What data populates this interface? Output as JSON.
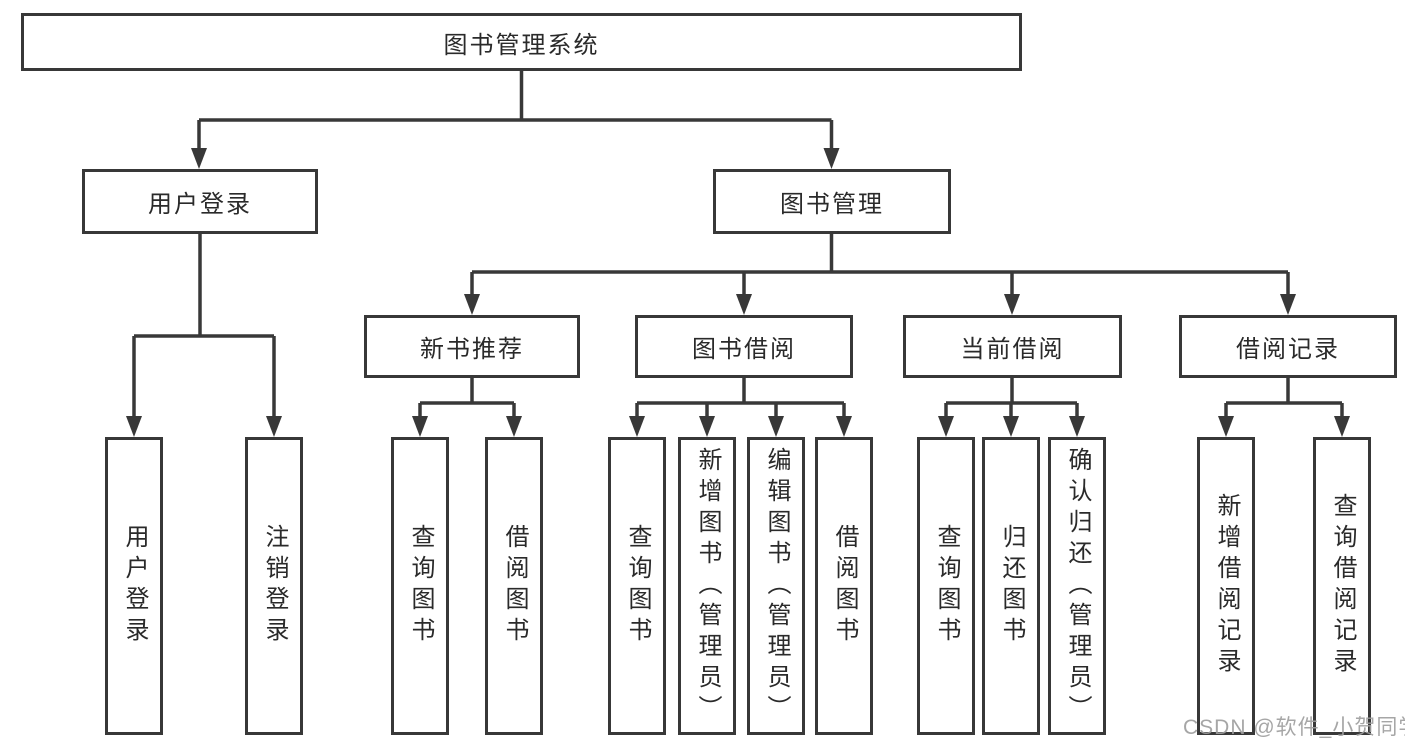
{
  "watermark": "CSDN @软件_小贺同学",
  "colors": {
    "line": "#383838",
    "box_border": "#383838",
    "text": "#2a2a2a",
    "watermark": "#9e9e9e",
    "background": "#ffffff"
  },
  "tree": {
    "label": "图书管理系统",
    "children": [
      {
        "label": "用户登录",
        "children": [
          {
            "label": "用户登录"
          },
          {
            "label": "注销登录"
          }
        ]
      },
      {
        "label": "图书管理",
        "children": [
          {
            "label": "新书推荐",
            "children": [
              {
                "label": "查询图书"
              },
              {
                "label": "借阅图书"
              }
            ]
          },
          {
            "label": "图书借阅",
            "children": [
              {
                "label": "查询图书"
              },
              {
                "label": "新增图书（管理员）"
              },
              {
                "label": "编辑图书（管理员）"
              },
              {
                "label": "借阅图书"
              }
            ]
          },
          {
            "label": "当前借阅",
            "children": [
              {
                "label": "查询图书"
              },
              {
                "label": "归还图书"
              },
              {
                "label": "确认归还（管理员）"
              }
            ]
          },
          {
            "label": "借阅记录",
            "children": [
              {
                "label": "新增借阅记录"
              },
              {
                "label": "查询借阅记录"
              }
            ]
          }
        ]
      }
    ]
  }
}
